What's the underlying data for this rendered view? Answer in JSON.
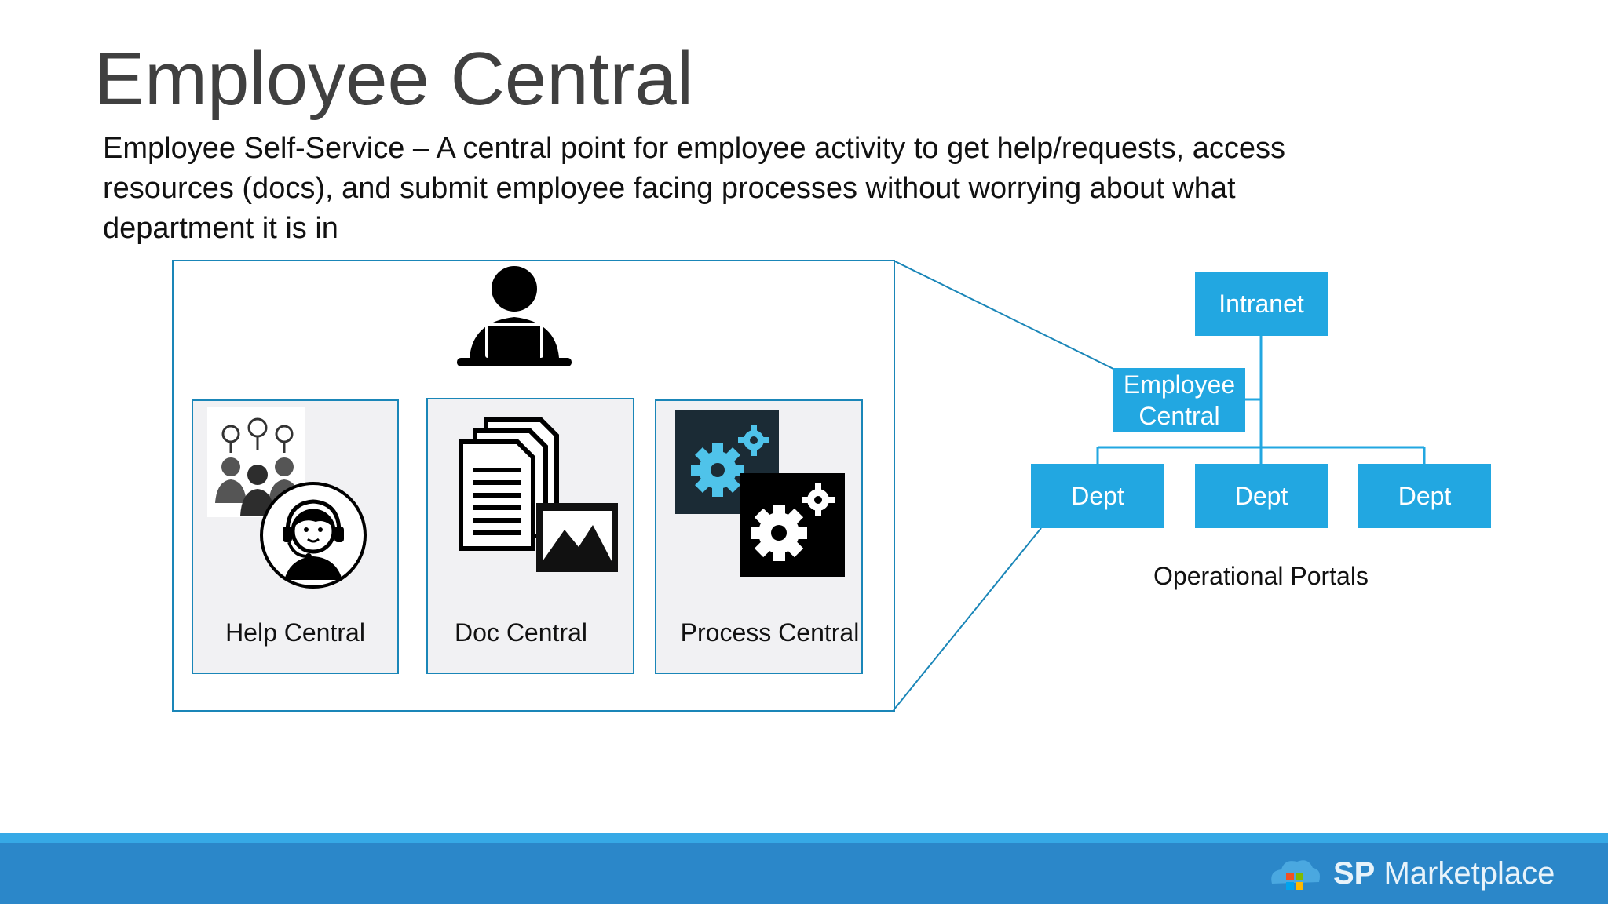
{
  "slide": {
    "title": "Employee Central",
    "subtitle": "Employee Self-Service – A central point for employee activity to get help/requests, access resources (docs), and submit employee facing processes without worrying about what department it is in"
  },
  "cards": [
    {
      "label": "Help Central",
      "icon": "help-desk-icon"
    },
    {
      "label": "Doc Central",
      "icon": "documents-icon"
    },
    {
      "label": "Process Central",
      "icon": "gears-icon"
    }
  ],
  "org_chart": {
    "top": "Intranet",
    "assistant": "Employee Central",
    "children": [
      "Dept",
      "Dept",
      "Dept"
    ],
    "caption": "Operational Portals"
  },
  "footer": {
    "brand_bold": "SP",
    "brand_rest": " Marketplace",
    "colors": {
      "accent": "#22a7e1",
      "footer": "#2b87c9",
      "border": "#1a86b8"
    }
  }
}
